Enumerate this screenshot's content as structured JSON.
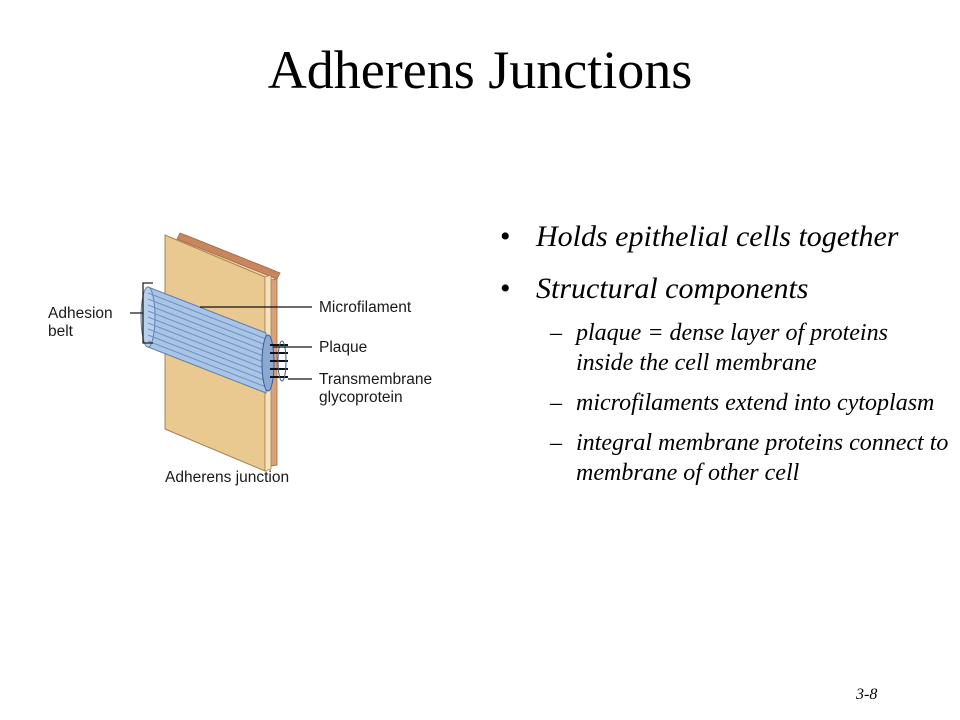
{
  "slide": {
    "title": "Adherens Junctions",
    "number": "3-8"
  },
  "figure": {
    "labels": {
      "adhesion_belt_1": "Adhesion",
      "adhesion_belt_2": "belt",
      "microfilament": "Microfilament",
      "plaque": "Plaque",
      "transmembrane_1": "Transmembrane",
      "transmembrane_2": "glycoprotein",
      "caption": "Adherens junction"
    },
    "colors": {
      "cell": "#e9c98f",
      "membrane": "#c8865f",
      "belt": "#a9c4e4",
      "belt_stripe": "#6f93c6"
    }
  },
  "bullets": [
    {
      "mark": "•",
      "text": "Holds epithelial cells together",
      "sub": []
    },
    {
      "mark": "•",
      "text": "Structural components",
      "sub": [
        {
          "mark": "–",
          "text": "plaque = dense layer of proteins inside the cell membrane"
        },
        {
          "mark": "–",
          "text": "microfilaments extend into cytoplasm"
        },
        {
          "mark": "–",
          "text": "integral membrane proteins connect to membrane of other cell"
        }
      ]
    }
  ]
}
